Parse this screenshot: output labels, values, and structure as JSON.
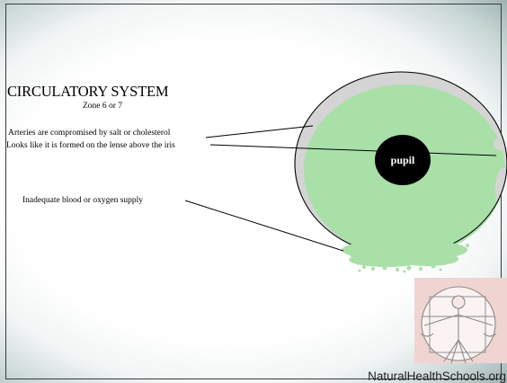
{
  "slide": {
    "title": "CIRCULATORY SYSTEM",
    "subtitle": "Zone 6 or 7",
    "annotations": {
      "arteries": "Arteries are compromised by salt or cholesterol",
      "lense": "Looks like it is formed on the lense above the iris",
      "blood": "Inadequate blood or oxygen supply"
    },
    "pupil_label": "pupil",
    "logo_text": "NaturalHealthSchools.org"
  },
  "colors": {
    "iris_fill": "#a8e0a8",
    "ring": "#d4d4d4",
    "pupil": "#000000",
    "logo_bg": "#f0d4d2"
  },
  "icons": [
    "iris-diagram",
    "vitruvian-man-logo-icon"
  ]
}
